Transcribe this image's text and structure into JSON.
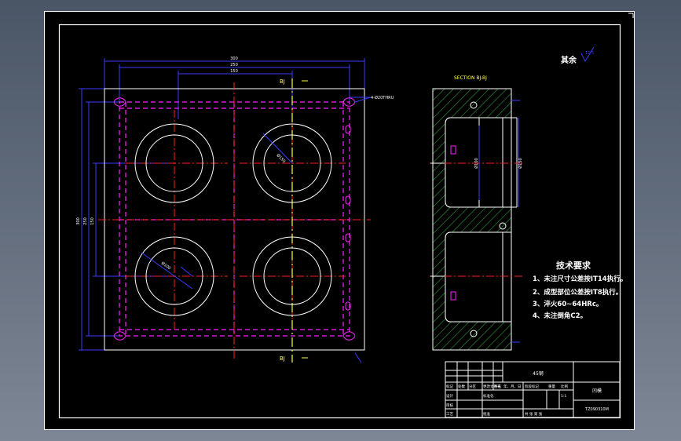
{
  "colors": {
    "background": "#000000",
    "frame": "#ffffff",
    "part_outline": "#ffffff",
    "dimension": "#3b3bff",
    "centerline": "#ff2020",
    "hidden_line": "#ff20ff",
    "section_line": "#ffff40",
    "hatch": "#2f9a3a",
    "text": "#ffffff",
    "text_yellow": "#ffff40"
  },
  "plan_view": {
    "section_marker_top": "BJ",
    "section_marker_bottom": "BJ",
    "dim_top_1": "300",
    "dim_top_2": "250",
    "dim_top_3": "150",
    "dim_left_1": "300",
    "dim_left_2": "250",
    "dim_left_3": "150",
    "hole_callout": "4-Ø20THRU",
    "bore_callouts": [
      "Ø150",
      "Ø100"
    ]
  },
  "section_view": {
    "title": "SECTION BJ-BJ",
    "dim_bore": "Ø100",
    "dim_counterbore": "Ø150"
  },
  "roughness": {
    "label": "其余",
    "value": "12.5"
  },
  "tech_requirements": {
    "title": "技术要求",
    "items": [
      "1、未注尺寸公差按IT14执行。",
      "2、成型部位公差按IT8执行。",
      "3、淬火60~64HRc。",
      "4、未注倒角C2。"
    ]
  },
  "title_block": {
    "material": "45钢",
    "part_name": "凹模",
    "drawing_number": "TZ090310M",
    "row_labels": [
      "标记",
      "处数",
      "分区",
      "更改文件号",
      "签名",
      "年、月、日"
    ],
    "designer_label": "设计",
    "standard_label": "标准化",
    "audit_label": "审核",
    "process_label": "工艺",
    "approve_label": "批准",
    "stage_label": "阶段标记",
    "weight_label": "重量",
    "scale_label": "比例",
    "scale_value": "1:1",
    "sheet_label": "共  张  第  张"
  }
}
